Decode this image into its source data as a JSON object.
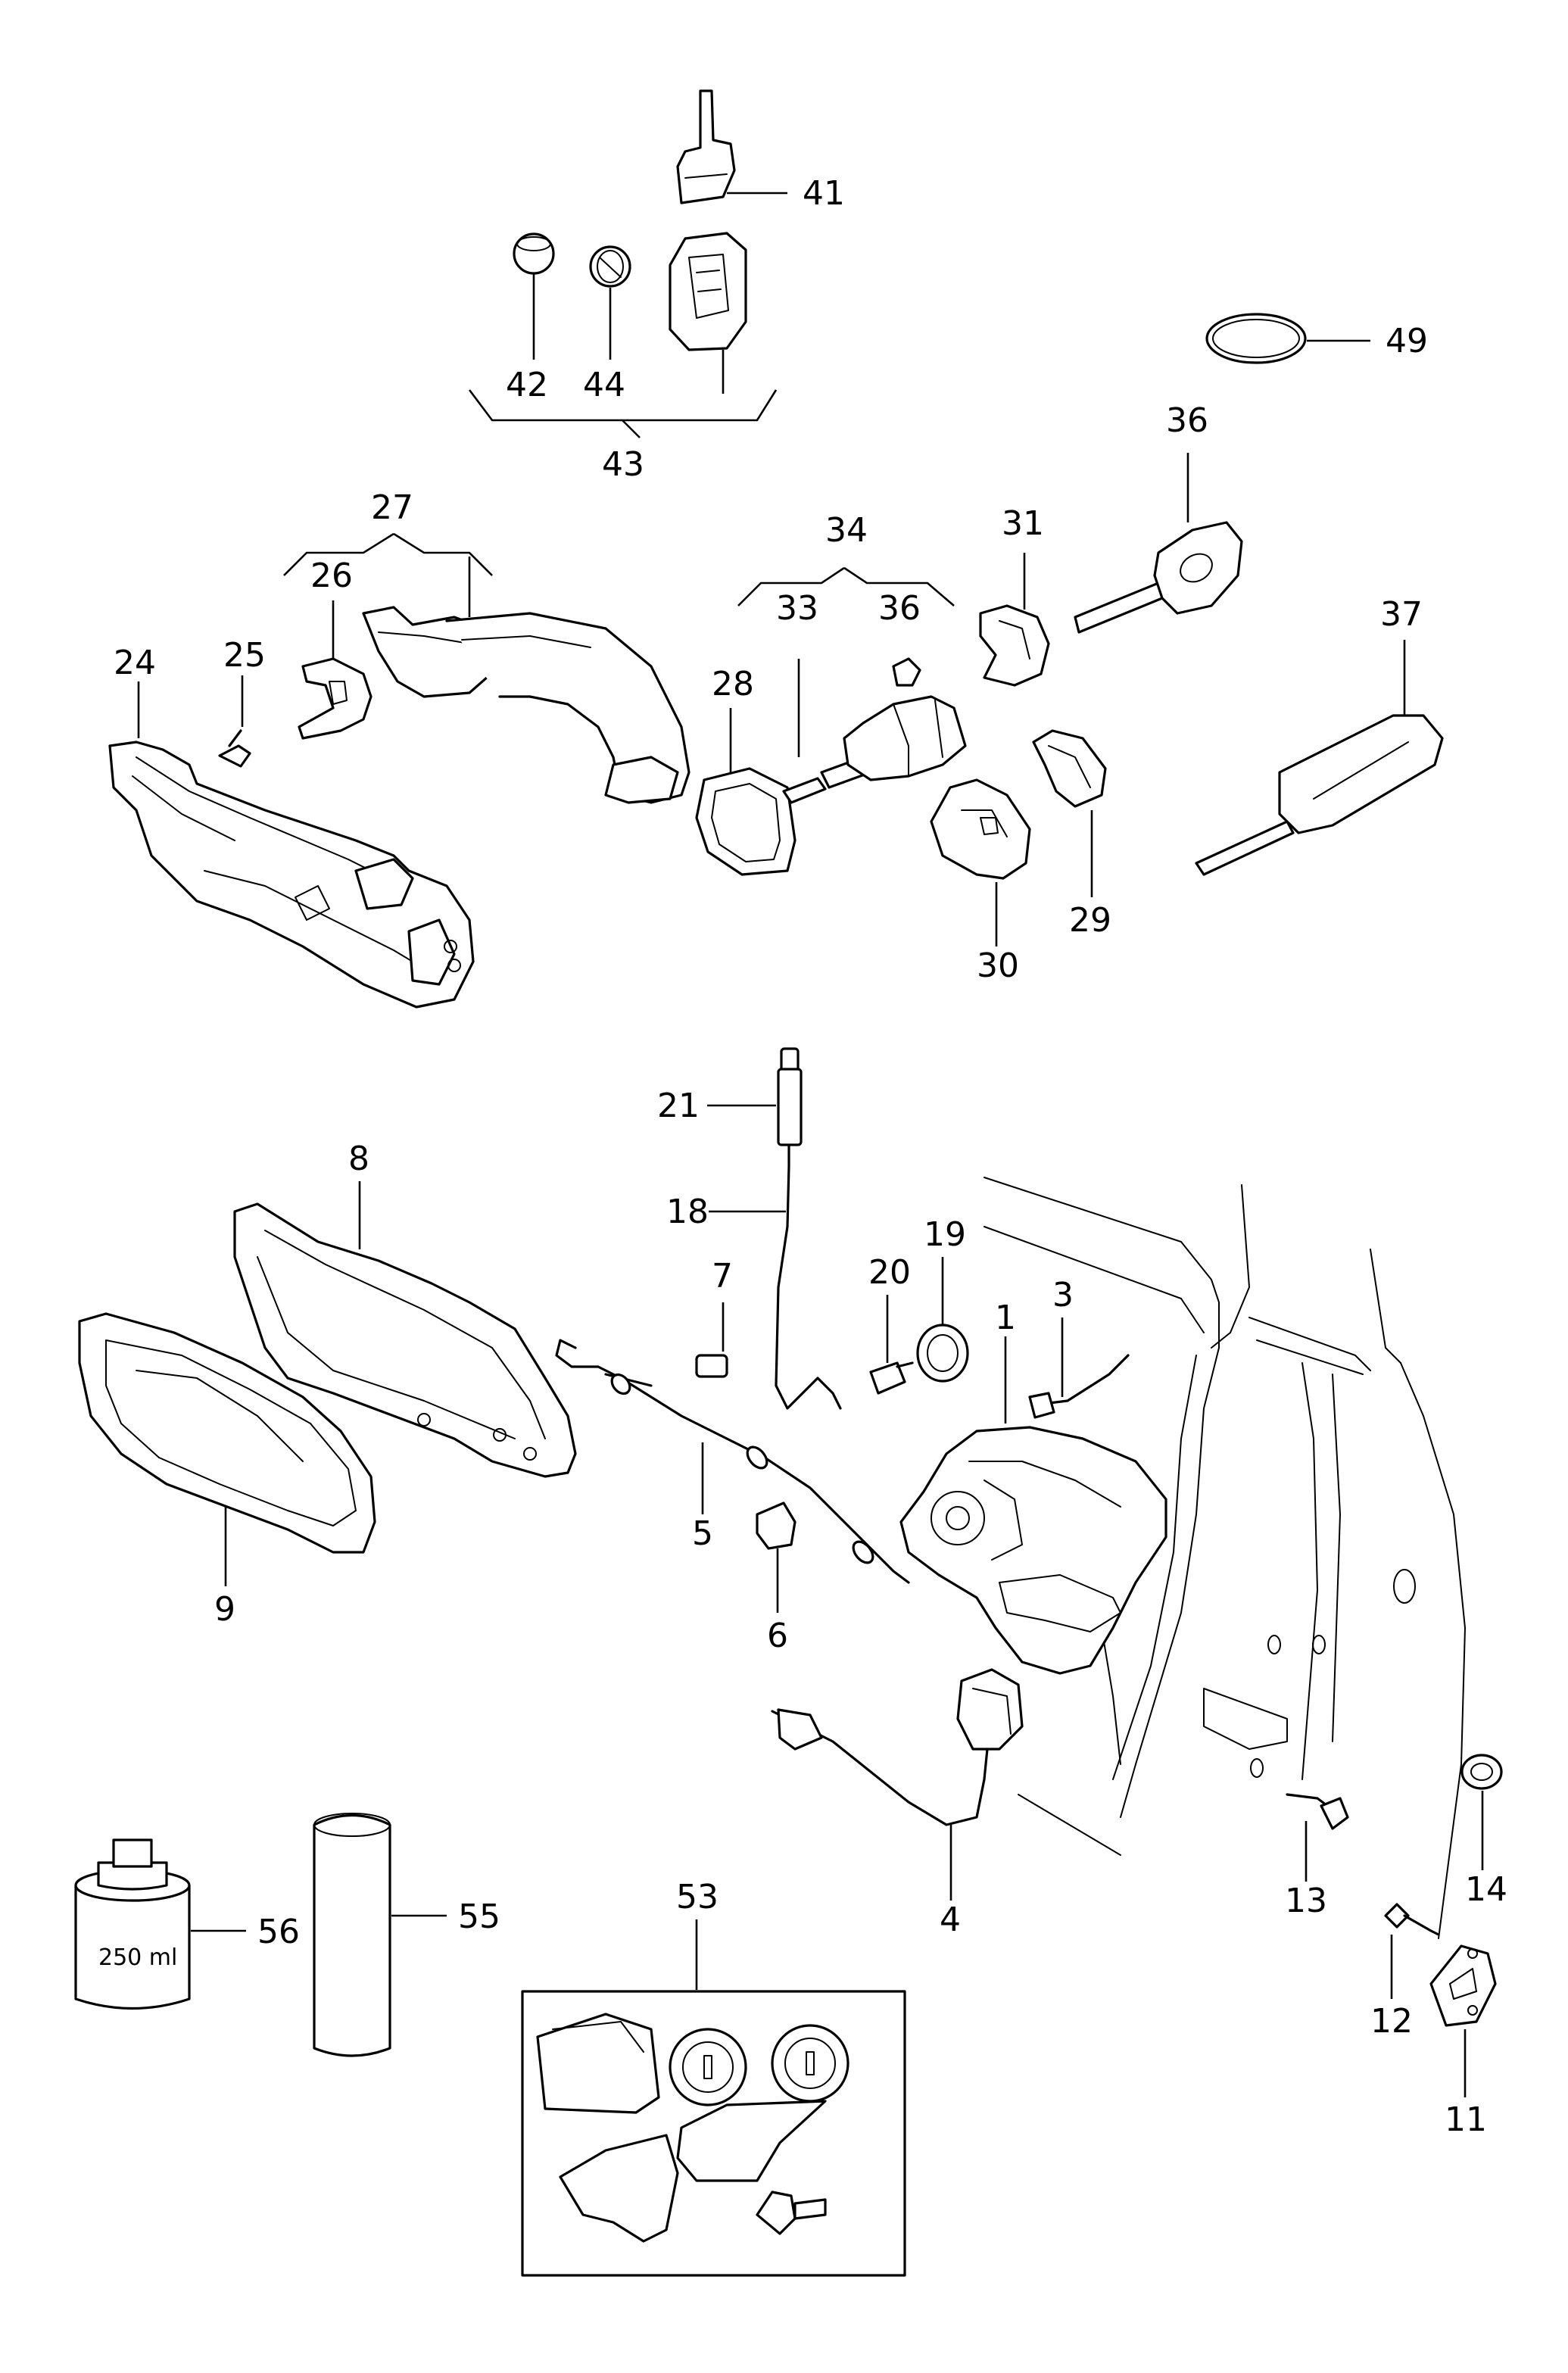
{
  "labels": {
    "l1": "1",
    "l3": "3",
    "l4": "4",
    "l5": "5",
    "l6": "6",
    "l7": "7",
    "l8": "8",
    "l9": "9",
    "l11": "11",
    "l12": "12",
    "l13": "13",
    "l14": "14",
    "l18": "18",
    "l19": "19",
    "l20": "20",
    "l21": "21",
    "l24": "24",
    "l25": "25",
    "l26": "26",
    "l27": "27",
    "l28": "28",
    "l29": "29",
    "l30": "30",
    "l31": "31",
    "l33": "33",
    "l34": "34",
    "l36a": "36",
    "l36b": "36",
    "l37": "37",
    "l41": "41",
    "l42": "42",
    "l43": "43",
    "l44": "44",
    "l49": "49",
    "l53": "53",
    "l55": "55",
    "l56": "56"
  },
  "container_text": {
    "volume": "250 ml"
  }
}
